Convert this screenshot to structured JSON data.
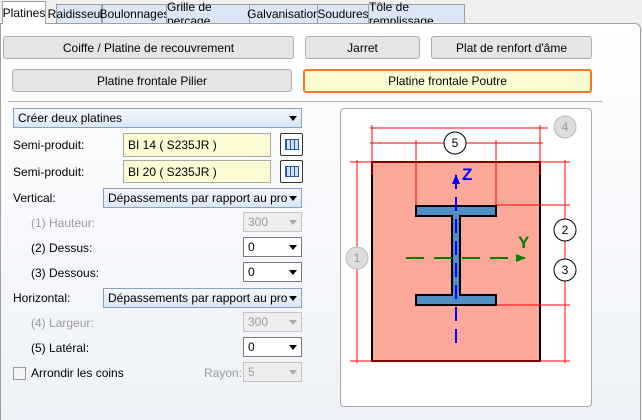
{
  "tabs": [
    "Platines",
    "Raidisseurs",
    "Boulonnages",
    "Grille de perçage",
    "Galvanisation",
    "Soudures",
    "Tôle de remplissage"
  ],
  "buttons": {
    "coiffe": "Coiffe / Platine de recouvrement",
    "jarret": "Jarret",
    "plat": "Plat de renfort d'âme",
    "pilier": "Platine frontale Pilier",
    "poutre": "Platine frontale Poutre"
  },
  "form": {
    "mode": "Créer deux platines",
    "semi1_label": "Semi-produit:",
    "semi1": "BI 14  ( S235JR )",
    "semi2_label": "Semi-produit:",
    "semi2": "BI 20  ( S235JR )",
    "vertical_label": "Vertical:",
    "vertical": "Dépassements par rapport au pro",
    "hauteur_label": "(1) Hauteur:",
    "hauteur": "300",
    "dessus_label": "(2) Dessus:",
    "dessus": "0",
    "dessous_label": "(3) Dessous:",
    "dessous": "0",
    "horizontal_label": "Horizontal:",
    "horizontal": "Dépassements par rapport au pro",
    "largeur_label": "(4) Largeur:",
    "largeur": "300",
    "lateral_label": "(5) Latéral:",
    "lateral": "0",
    "arrondir_label": "Arrondir les coins",
    "arrondir_checked": false,
    "rayon_label": "Rayon:",
    "rayon": "5"
  },
  "diagram": {
    "n1": "1",
    "n2": "2",
    "n3": "3",
    "n4": "4",
    "n5": "5",
    "z": "Z",
    "y": "Y"
  },
  "colors": {
    "accent": "#f07a24",
    "plate": "#fba898",
    "beam": "#4f8fc4",
    "dim": "#ff0000"
  }
}
